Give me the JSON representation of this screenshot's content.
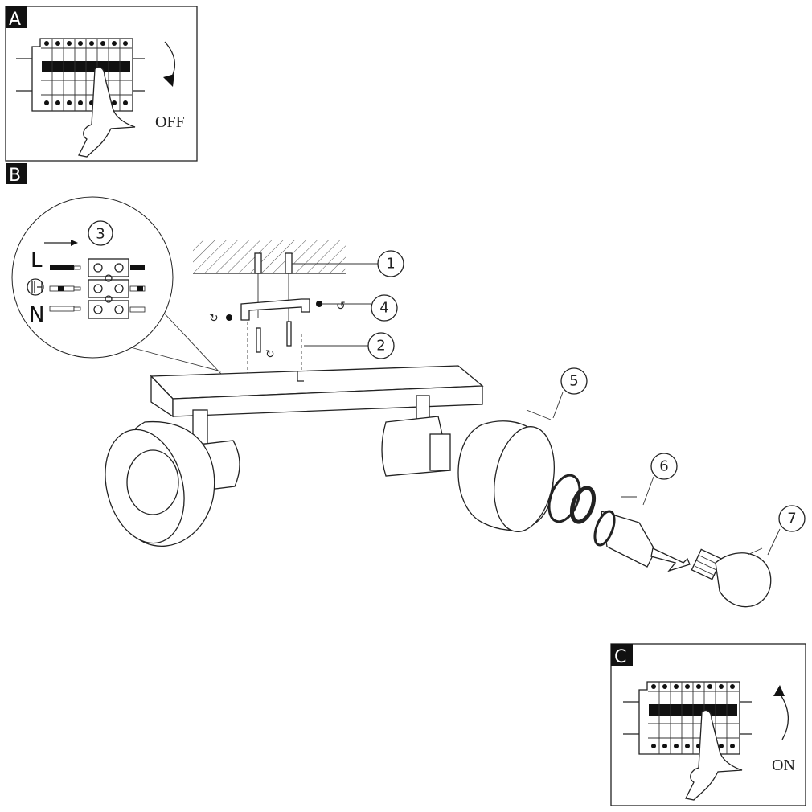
{
  "steps": {
    "a": {
      "label": "A",
      "action": "OFF"
    },
    "b": {
      "label": "B"
    },
    "c": {
      "label": "C",
      "action": "ON"
    }
  },
  "wiring": {
    "callout": "3",
    "live": "L",
    "neutral": "N",
    "earth_icon": "earth-ground-symbol"
  },
  "callouts": [
    "1",
    "2",
    "4",
    "5",
    "6",
    "7"
  ]
}
